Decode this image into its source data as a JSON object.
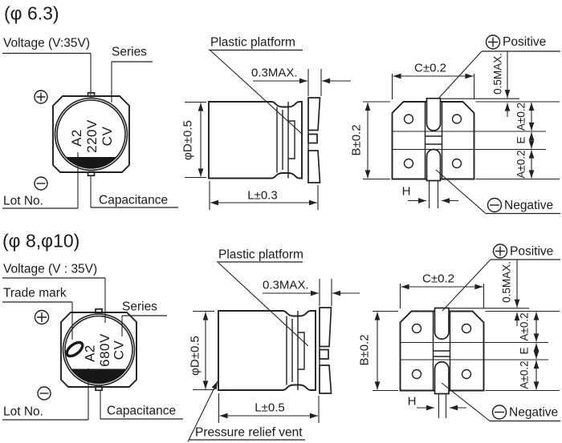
{
  "sections": [
    {
      "title": "(φ 6.3)",
      "top_view": {
        "voltage_label": "Voltage (V:35V)",
        "series_label": "Series",
        "lot_no_label": "Lot No.",
        "capacitance_label": "Capacitance",
        "marking_lot": "A2",
        "marking_voltage": "220V",
        "marking_series": "CV"
      },
      "side_view": {
        "platform_label": "Plastic platform",
        "standoff_dim": "0.3MAX.",
        "diameter_dim": "φD±0.5",
        "length_dim": "L±0.3"
      },
      "bottom_view": {
        "positive_label": "Positive",
        "negative_label": "Negative",
        "width_dim": "C±0.2",
        "height_dim": "B±0.2",
        "pad_a_top_dim": "A±0.2",
        "pad_gap_dim": "E",
        "pad_a_bottom_dim": "A±0.2",
        "pad_width_dim": "H",
        "protrusion_dim": "0.5MAX."
      }
    },
    {
      "title": "(φ 8,φ10)",
      "top_view": {
        "voltage_label": "Voltage (V : 35V)",
        "trade_mark_label": "Trade mark",
        "series_label": "Series",
        "lot_no_label": "Lot No.",
        "capacitance_label": "Capacitance",
        "marking_lot": "A2",
        "marking_voltage": "680V",
        "marking_series": "CV"
      },
      "side_view": {
        "platform_label": "Plastic platform",
        "vent_label": "Pressure relief vent",
        "standoff_dim": "0.3MAX.",
        "diameter_dim": "φD±0.5",
        "length_dim": "L±0.5"
      },
      "bottom_view": {
        "positive_label": "Positive",
        "negative_label": "Negative",
        "width_dim": "C±0.2",
        "height_dim": "B±0.2",
        "pad_a_top_dim": "A±0.2",
        "pad_gap_dim": "E",
        "pad_a_bottom_dim": "A±0.2",
        "pad_width_dim": "H",
        "protrusion_dim": "0.5MAX."
      }
    }
  ],
  "colors": {
    "line": "#222222",
    "background": "#ffffff",
    "marking_fill": "#171717"
  }
}
